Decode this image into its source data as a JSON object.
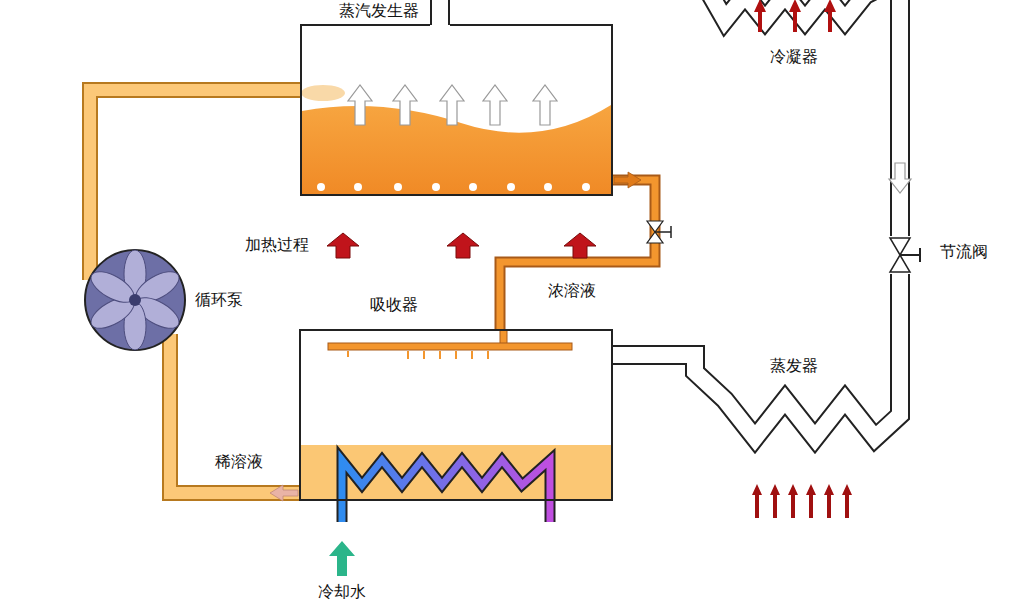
{
  "diagram": {
    "nodes": [
      {
        "text": [
          "蒸汽发生器"
        ]
      },
      {
        "text": [
          "冷凝器"
        ]
      },
      {
        "text": [
          "节流阀"
        ]
      },
      {
        "text": [
          "蒸发器"
        ]
      },
      {
        "text": [
          "吸收器"
        ]
      },
      {
        "text": [
          "循环泵"
        ]
      }
    ],
    "edges": [
      {
        "from": 0,
        "to": 1,
        "arrow": "none"
      },
      {
        "from": 1,
        "to": 2,
        "arrow": "none"
      },
      {
        "from": 2,
        "to": 3,
        "arrow": "none"
      },
      {
        "from": 3,
        "to": 4,
        "arrow": "none"
      },
      {
        "from": 4,
        "to": 5,
        "label": "稀溶液",
        "arrow": "none"
      },
      {
        "from": 5,
        "to": 0,
        "arrow": "none"
      },
      {
        "from": 0,
        "to": 4,
        "label": "浓溶液",
        "arrow": "none"
      }
    ],
    "labels": [
      "加热过程",
      "冷却水"
    ]
  }
}
